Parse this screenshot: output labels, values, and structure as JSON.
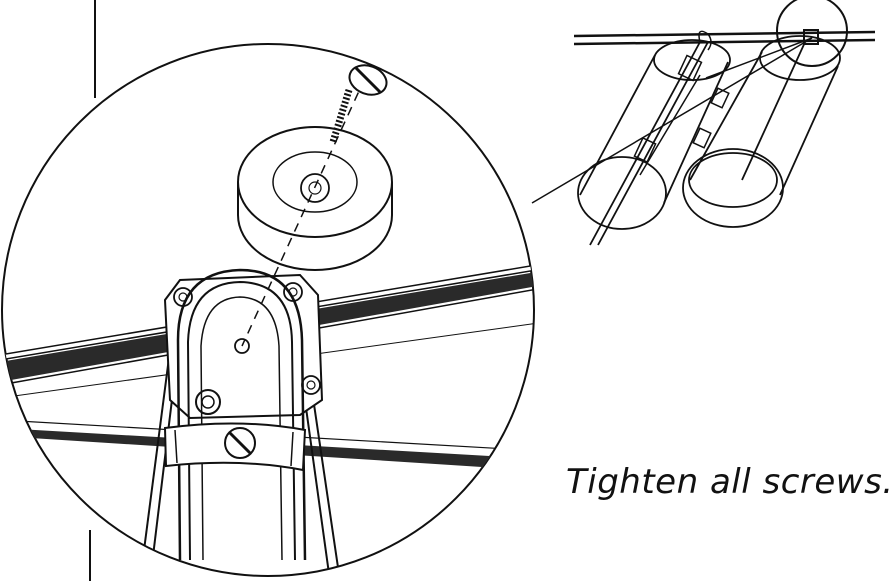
{
  "instruction": {
    "caption": "Tighten all screws."
  },
  "illustration": {
    "detail_view": "magnified screw assembly",
    "overview": "hanging baskets on rail"
  }
}
